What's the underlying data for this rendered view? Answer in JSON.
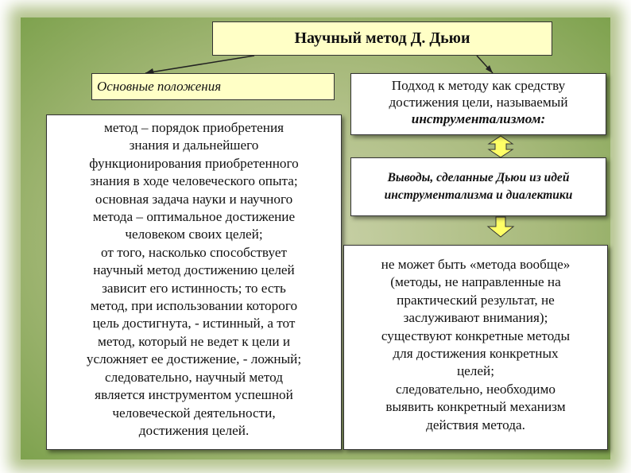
{
  "title": "Научный метод Д. Дьюи",
  "left": {
    "header": "Основные положения",
    "body": "метод – порядок приобретения\nзнания и дальнейшего\nфункционирования приобретенного\nзнания в ходе человеческого опыта;\nосновная задача науки и научного\nметода – оптимальное достижение\nчеловеком своих целей;\nот того, насколько способствует\nнаучный метод достижению целей\nзависит его истинность; то есть\nметод, при использовании которого\nцель достигнута, - истинный, а тот\nметод, который не ведет к цели и\nусложняет ее достижение, - ложный;\nследовательно, научный метод\nявляется инструментом успешной\nчеловеческой деятельности,\nдостижения целей."
  },
  "right": {
    "approach_line1": "Подход к методу как средству",
    "approach_line2": "достижения цели, называемый",
    "approach_em": "инструментализмом:",
    "conclusions": "Выводы, сделанные Дьюи из идей инструментализма и диалектики",
    "body": "не может быть «метода вообще»\n(методы, не направленные на\nпрактический результат, не\nзаслуживают внимания);\nсуществуют конкретные методы\nдля достижения конкретных\nцелей;\nследовательно, необходимо\nвыявить конкретный механизм\nдействия метода."
  },
  "colors": {
    "arrow_fill": "#ffff66",
    "box_yellow": "#ffffc6",
    "background_green": "#a8ba7c"
  }
}
